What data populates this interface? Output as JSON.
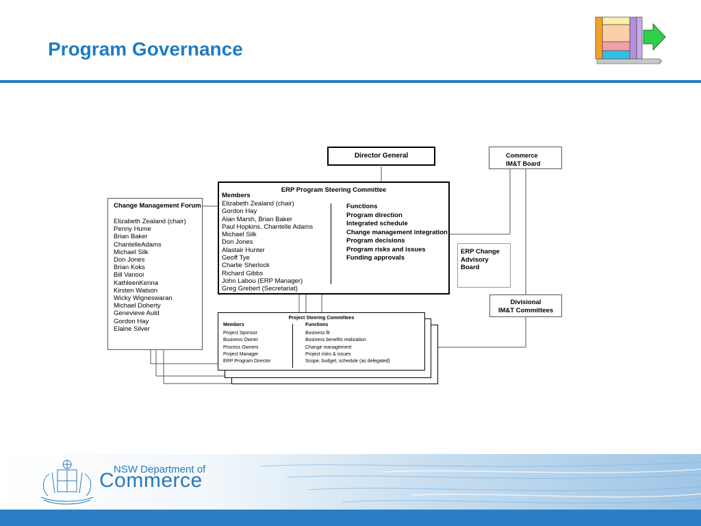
{
  "slide": {
    "title": "Program Governance"
  },
  "diagram": {
    "director_general": "Director General",
    "commerce_board": [
      "Commerce",
      "IM&T Board"
    ],
    "steering_committee": {
      "title": "ERP Program Steering Committee",
      "members_heading": "Members",
      "members": [
        "Elizabeth Zealand (chair)",
        "Gordon Hay",
        "Alan Marsh, Brian Baker",
        "Paul Hopkins, Chantelle Adams",
        "Michael Silk",
        "Don Jones",
        "Alastair Hunter",
        "Geoff Tye",
        "Charlie Sherlock",
        "Richard Gibbs",
        "John Labou (ERP Manager)",
        "Greg Grebert (Secretariat)"
      ],
      "functions_heading": "Functions",
      "functions": [
        "Program direction",
        "Integrated schedule",
        "Change management integration",
        "Program decisions",
        "Program risks and issues",
        "Funding approvals"
      ]
    },
    "change_forum": {
      "title": "Change Management Forum",
      "members": [
        "Elizabeth Zealand (chair)",
        "Penny Hume",
        "Brian Baker",
        "ChantelleAdams",
        "Michael Silk",
        "Don Jones",
        "Brian Koks",
        "Bill Vanooi",
        "KathleenKenna",
        "Kirsten Watson",
        "Wicky Wigneswaran",
        "Michael Doherty",
        "Genevieve Auld",
        "Gordon Hay",
        "Elaine Silver"
      ]
    },
    "change_advisory_board": [
      "ERP Change",
      "Advisory",
      "Board"
    ],
    "divisional_committees": [
      "Divisional",
      "IM&T Committees"
    ],
    "project_committees": {
      "title": "Project Steering Committees",
      "members_heading": "Members",
      "members": [
        "Project Sponsor",
        "Business Owner",
        "Process Owners",
        "Project Manager",
        "ERP Program Director"
      ],
      "functions_heading": "Functions",
      "functions": [
        "Business fit",
        "Business benefits realization",
        "Change management",
        "Project risks & issues",
        "Scope, budget, schedule (as delegated)"
      ]
    }
  },
  "footer": {
    "org_line1": "NSW Department of",
    "org_line2": "Commerce"
  },
  "colors": {
    "title_blue": "#1f7cc2",
    "org_blue": "#2a78b8",
    "bar_blue": "#2a7fc4"
  },
  "icons": {
    "top_right": "timeline-blocks-arrow-icon",
    "footer_left": "nsw-coat-of-arms-icon"
  }
}
